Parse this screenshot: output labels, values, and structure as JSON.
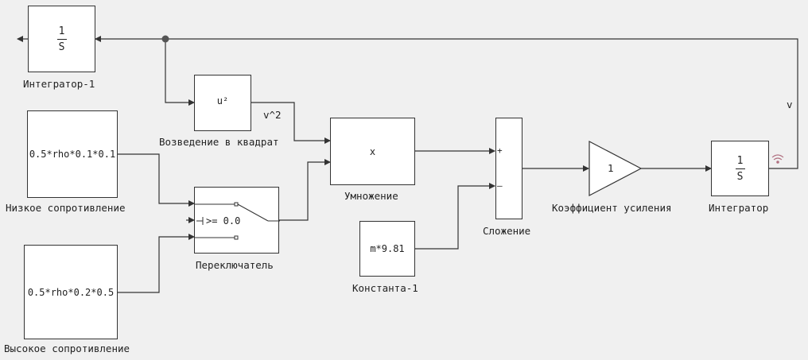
{
  "blocks": {
    "integrator1": {
      "num": "1",
      "den": "S",
      "label": "Интегратор-1"
    },
    "square": {
      "content": "u²",
      "label": "Возведение в квадрат"
    },
    "low_res": {
      "content": "0.5*rho*0.1*0.1",
      "label": "Низкое сопротивление"
    },
    "high_res": {
      "content": "0.5*rho*0.2*0.5",
      "label": "Высокое сопротивление"
    },
    "switch": {
      "threshold": ">= 0.0",
      "label": "Переключатель"
    },
    "product": {
      "content": "x",
      "label": "Умножение"
    },
    "const1": {
      "content": "m*9.81",
      "label": "Константа-1"
    },
    "sum": {
      "plus": "+",
      "minus": "–",
      "label": "Сложение"
    },
    "gain": {
      "content": "1",
      "label": "Коэффициент усиления"
    },
    "integrator": {
      "num": "1",
      "den": "S",
      "label": "Интегратор"
    }
  },
  "signals": {
    "v2": "v^2",
    "v": "v"
  },
  "colors": {
    "line": "#333333",
    "background": "#f0f0f0",
    "block_fill": "#ffffff",
    "signal_icon": "#b07080"
  }
}
